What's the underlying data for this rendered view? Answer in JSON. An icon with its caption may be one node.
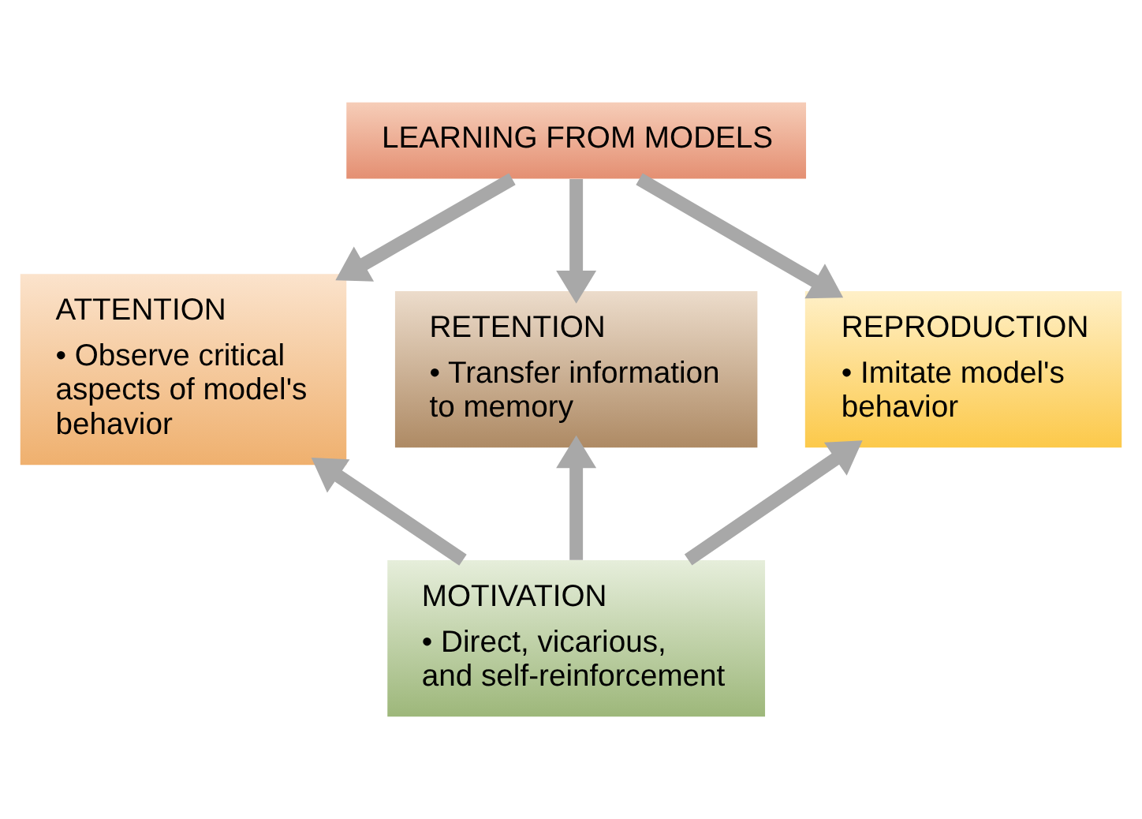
{
  "diagram": {
    "nodes": [
      {
        "text": [
          "LEARNING FROM MODELS"
        ]
      },
      {
        "text": [
          "ATTENTION",
          "• Observe critical aspects of model's behavior"
        ]
      },
      {
        "text": [
          "RETENTION",
          "• Transfer information to memory"
        ]
      },
      {
        "text": [
          "REPRODUCTION",
          "• Imitate model's behavior"
        ]
      },
      {
        "text": [
          "MOTIVATION",
          "• Direct, vicarious, and self-reinforcement"
        ]
      }
    ],
    "edges": [
      {
        "from": 0,
        "to": 1,
        "arrow": "to"
      },
      {
        "from": 0,
        "to": 2,
        "arrow": "to"
      },
      {
        "from": 0,
        "to": 3,
        "arrow": "to"
      },
      {
        "from": 4,
        "to": 1,
        "arrow": "to"
      },
      {
        "from": 4,
        "to": 2,
        "arrow": "to"
      },
      {
        "from": 4,
        "to": 3,
        "arrow": "to"
      }
    ]
  }
}
